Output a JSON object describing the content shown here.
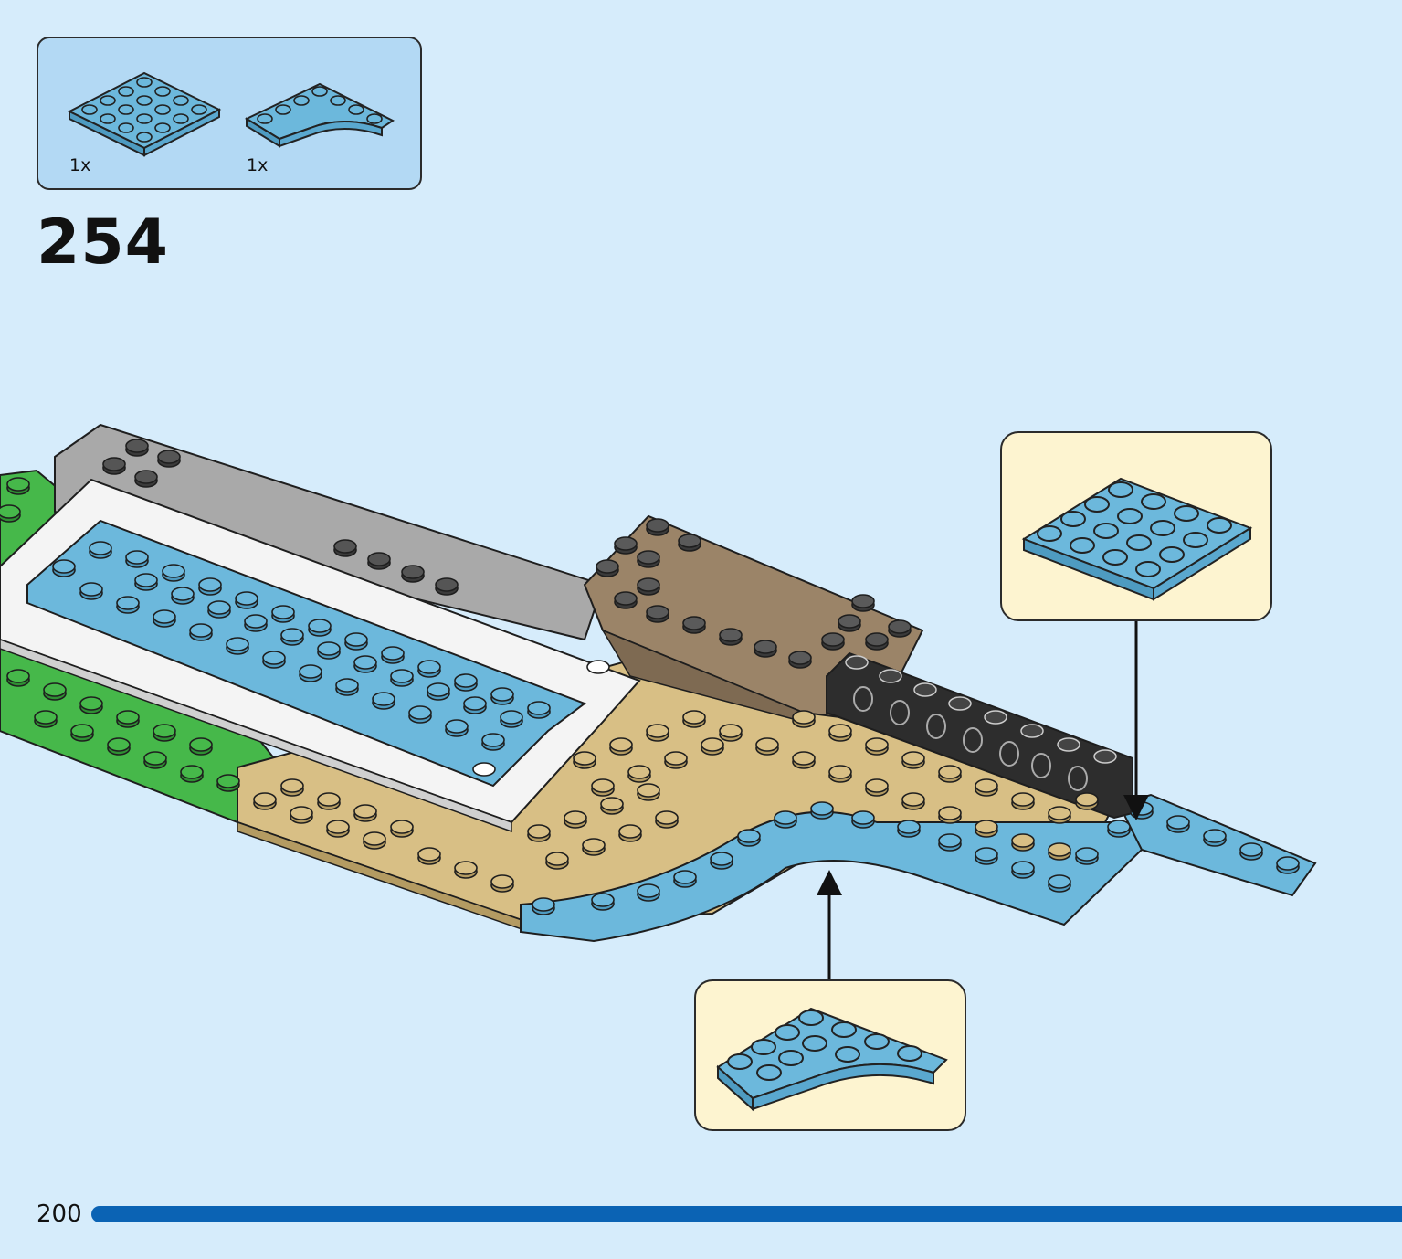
{
  "parts_list": {
    "items": [
      {
        "icon": "plate-4x4-icon",
        "count": "1x",
        "color": "#6cb8dc"
      },
      {
        "icon": "plate-corner-curved-icon",
        "count": "1x",
        "color": "#6cb8dc"
      }
    ]
  },
  "step": {
    "number": "254"
  },
  "callouts": [
    {
      "icon": "plate-4x4-icon",
      "color": "#6cb8dc"
    },
    {
      "icon": "plate-corner-curved-icon",
      "color": "#6cb8dc"
    }
  ],
  "footer": {
    "page_number": "200",
    "progress_color": "#0b63b4"
  },
  "colors": {
    "background": "#d6ecfb",
    "parts_box": "#b3d9f4",
    "callout_box": "#fdf4d0",
    "medium_azure": "#6cb8dc",
    "tan": "#d8bf85",
    "green": "#46b84a",
    "grey": "#a9a9a9",
    "white": "#ffffff",
    "brown": "#9b8468",
    "black": "#2d2d2d"
  }
}
